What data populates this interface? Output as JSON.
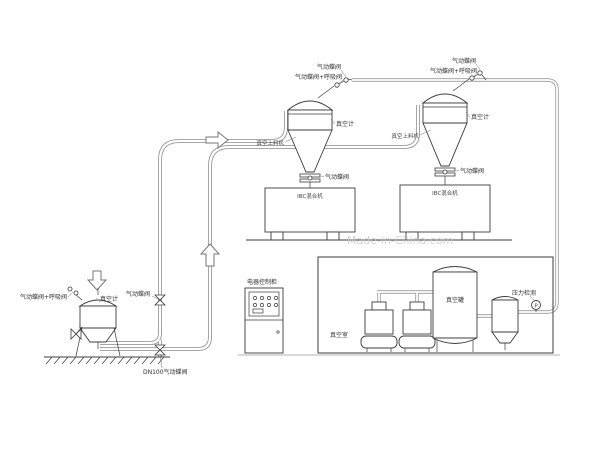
{
  "labels": {
    "feeder": {
      "breather_valve": "气动蝶阀+呼吸阀",
      "vacuum_gauge": "真空计",
      "riser_valve": "气动蝶阀",
      "dn100_valve": "DN100气动蝶阀"
    },
    "receiver1": {
      "top_valve": "气动蝶阀",
      "top_breather": "气动蝶阀+呼吸阀",
      "vacuum_gauge": "真空计",
      "unit": "真空上料机",
      "discharge_valve": "气动蝶阀",
      "stand": "IBC混合机"
    },
    "receiver2": {
      "top_valve": "气动蝶阀",
      "top_breather": "气动蝶阀+呼吸阀",
      "vacuum_gauge": "真空计",
      "unit": "真空上料机",
      "discharge_valve": "气动蝶阀",
      "stand": "IBC混合机"
    },
    "cabinet": {
      "label": "电器控制柜"
    },
    "room": {
      "label": "真空室",
      "tank": "真空罐",
      "pressure": "压力检测",
      "gauge": "P"
    },
    "watermark": "Made-in-China.com"
  },
  "colors": {
    "pipe": "#9a9a9a",
    "line": "#3c3c3c",
    "text": "#333333"
  }
}
